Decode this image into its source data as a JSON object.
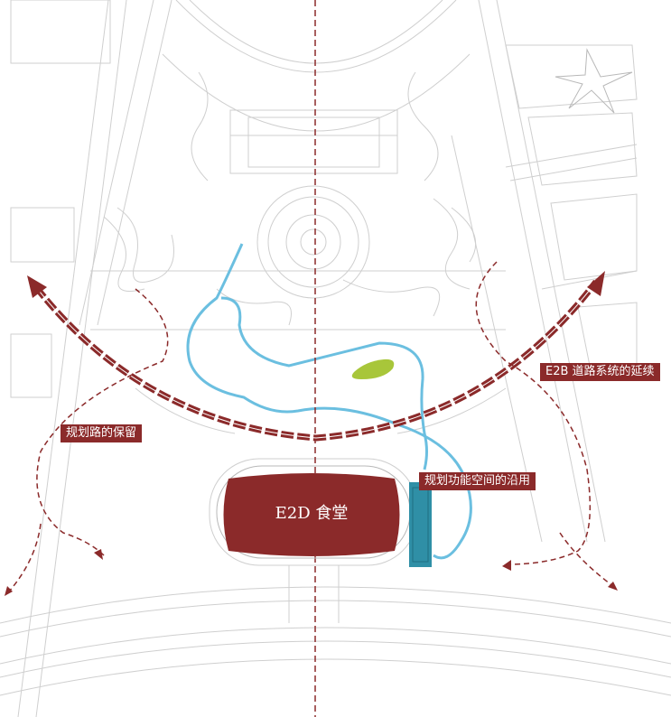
{
  "labels": {
    "canteen": "E2D 食堂",
    "retain_road": "规划路的保留",
    "extend_road": "E2B 道路系统的延续",
    "reuse_space": "规划功能空间的沿用"
  },
  "colors": {
    "accent_red": "#8b2a2a",
    "water_blue": "#6bbfe0",
    "green_patch": "#a8c63a",
    "teal_block": "#2f8fa6",
    "line_gray": "#c8c8c8"
  }
}
